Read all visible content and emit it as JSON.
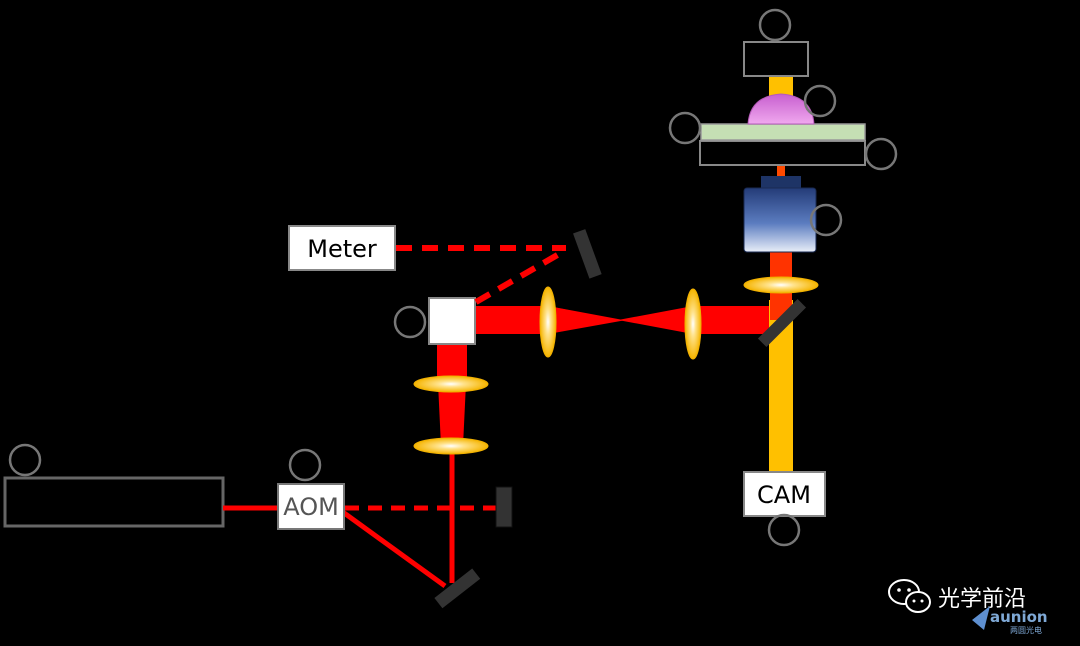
{
  "labels": {
    "meter": "Meter",
    "aom": "AOM",
    "cam": "CAM"
  },
  "watermark": {
    "account_name": "光学前沿",
    "brand_en": "aunion",
    "brand_cn": "两圆光电",
    "icon": "wechat-icon"
  },
  "colors": {
    "background": "#000000",
    "laser": "#ff0000",
    "imaging_beam": "#ffc000",
    "lens": "#ffd000",
    "mirror": "#222222",
    "sample_dome": "#d36fd0",
    "coverslip": "#c5dfb4",
    "objective": "#3a5c9a"
  }
}
